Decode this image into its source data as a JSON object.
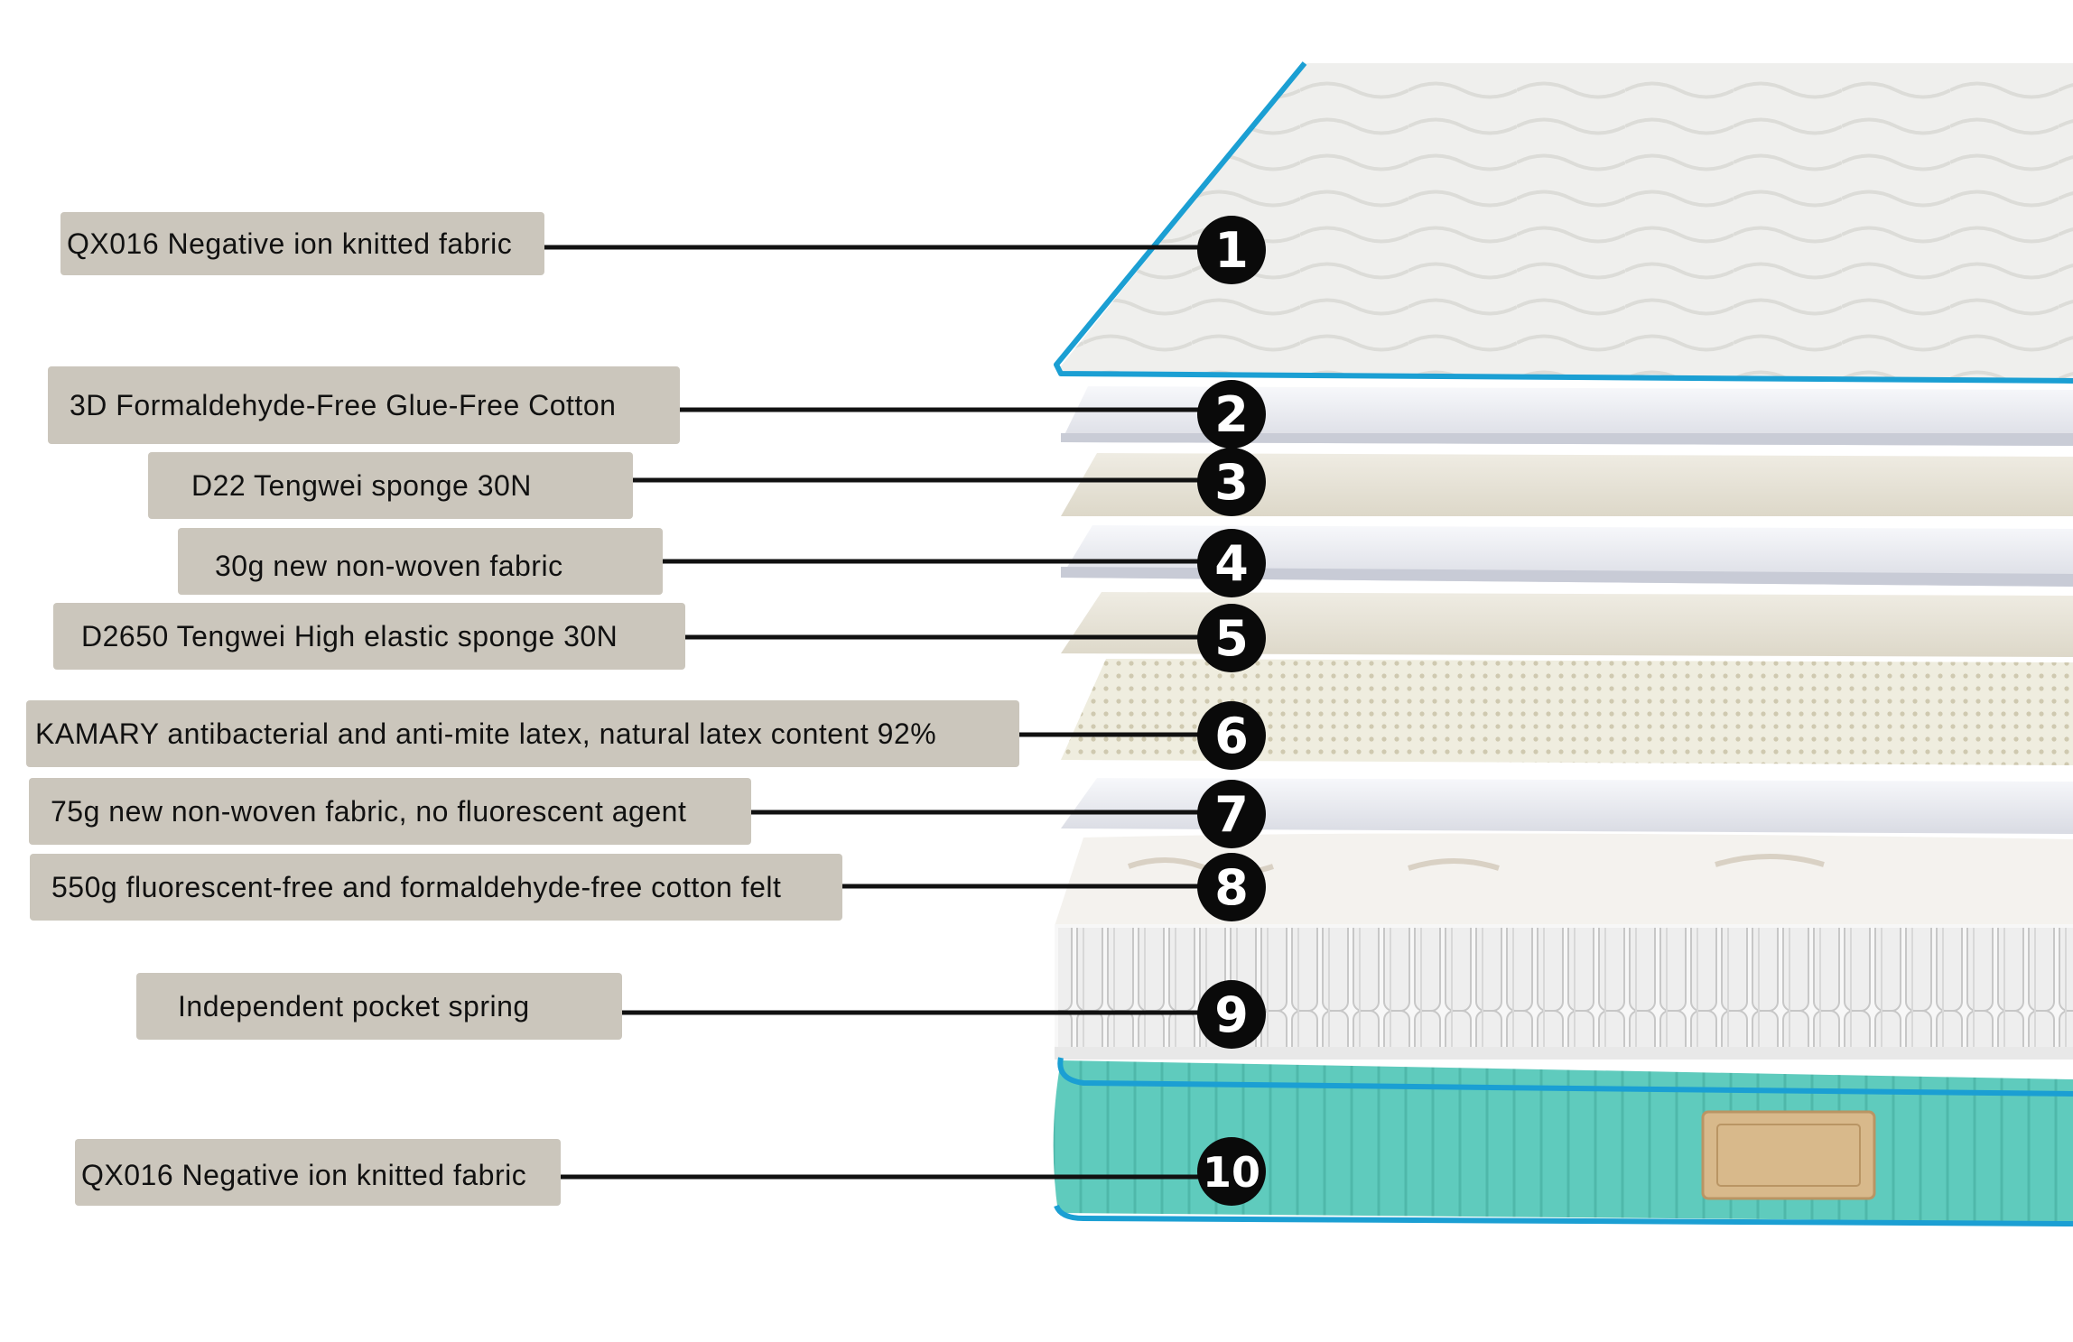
{
  "diagram": {
    "layers": [
      {
        "number": "1",
        "label": "QX016 Negative ion knitted fabric"
      },
      {
        "number": "2",
        "label": "3D Formaldehyde-Free Glue-Free Cotton"
      },
      {
        "number": "3",
        "label": "D22 Tengwei sponge 30N"
      },
      {
        "number": "4",
        "label": "30g new non-woven fabric"
      },
      {
        "number": "5",
        "label": "D2650 Tengwei High elastic sponge 30N"
      },
      {
        "number": "6",
        "label": "KAMARY antibacterial and anti-mite latex, natural latex content 92%"
      },
      {
        "number": "7",
        "label": "75g new non-woven fabric, no fluorescent agent"
      },
      {
        "number": "8",
        "label": "550g fluorescent-free and formaldehyde-free cotton felt"
      },
      {
        "number": "9",
        "label": "Independent pocket spring"
      },
      {
        "number": "10",
        "label": "QX016 Negative ion knitted fabric"
      }
    ],
    "colors": {
      "label_background": "#cbc6bc",
      "leader_line": "#111111",
      "badge": "#0a0a0a",
      "fabric_trim": "#1b9fd3",
      "side_panel": "#5fcbbd"
    }
  }
}
